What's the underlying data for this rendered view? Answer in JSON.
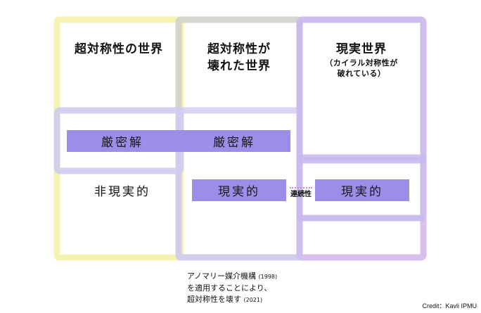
{
  "columns": [
    {
      "title_line1": "超対称性の世界",
      "title_line2": "",
      "subtitle_line1": "",
      "subtitle_line2": ""
    },
    {
      "title_line1": "超対称性が",
      "title_line2": "壊れた世界",
      "subtitle_line1": "",
      "subtitle_line2": ""
    },
    {
      "title_line1": "現実世界",
      "title_line2": "",
      "subtitle_line1": "（カイラル対称性が",
      "subtitle_line2": "破れている）"
    }
  ],
  "bars": {
    "exact_solution_1": "厳密解",
    "exact_solution_2": "厳密解",
    "non_realistic": "非現実的",
    "realistic_1": "現実的",
    "realistic_2": "現実的"
  },
  "connector_label": "連続性",
  "footnote": {
    "line1_text": "アノマリー媒介機構",
    "line1_year": "(1998)",
    "line2_text": "を適用することにより、",
    "line3_text": "超対称性を壊す",
    "line3_year": "(2021)"
  },
  "credit": "Credit：Kavli IPMU",
  "colors": {
    "yellow_frame": "#f7f3b3",
    "gray_frame": "#d2d2cc",
    "purple_frame": "#d4cdf2",
    "pink_frame": "#efd3ec",
    "violet_frame": "#c8b8ee",
    "bar_fill": "#9b8de8"
  }
}
